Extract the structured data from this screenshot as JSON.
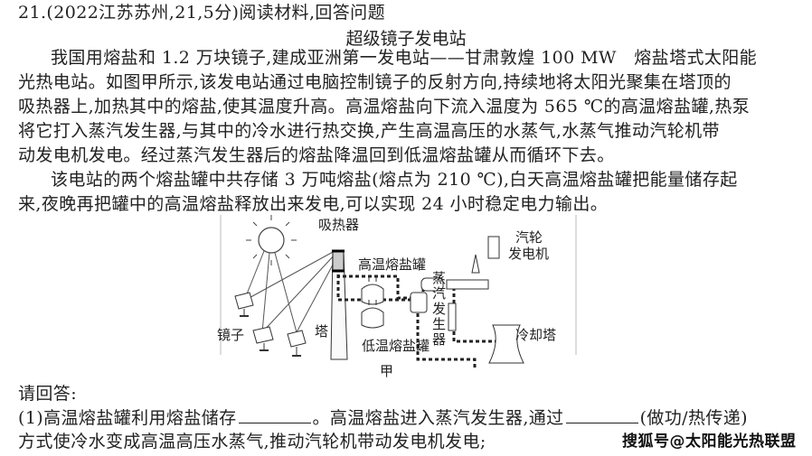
{
  "question_header": "21.(2022江苏苏州,21,5分)阅读材料,回答问题",
  "article": {
    "title": "超级镜子发电站",
    "paragraphs": [
      {
        "lines": [
          "我国用熔盐和 1.2 万块镜子,建成亚洲第一发电站——甘肃敦煌 100 MW　熔盐塔式太阳能",
          "光热电站。如图甲所示,该发电站通过电脑控制镜子的反射方向,持续地将太阳光聚集在塔顶的",
          "吸热器上,加热其中的熔盐,使其温度升高。高温熔盐向下流入温度为 565 ℃的高温熔盐罐,热泵",
          "将它打入蒸汽发生器,与其中的冷水进行热交换,产生高温高压的水蒸气,水蒸气推动汽轮机带",
          "动发电机发电。经过蒸汽发生器后的熔盐降温回到低温熔盐罐从而循环下去。"
        ]
      },
      {
        "lines": [
          "该电站的两个熔盐罐中共存储 3 万吨熔盐(熔点为 210 ℃),白天高温熔盐罐把能量储存起",
          "来,夜晚再把罐中的高温熔盐释放出来发电,可以实现 24 小时稳定电力输出。"
        ]
      }
    ]
  },
  "figure": {
    "caption": "甲",
    "labels": {
      "absorber": "吸热器",
      "hot_tank": "高温熔盐罐",
      "cold_tank": "低温熔盐罐",
      "tower": "塔",
      "mirrors": "镜子",
      "steam_generator": "蒸汽发生器",
      "turbine_generator_1": "汽轮",
      "turbine_generator_2": "发电机",
      "cooling_tower": "冷却塔"
    }
  },
  "questions": {
    "prompt": "请回答:",
    "q1": {
      "part1": "(1)高温熔盐罐利用熔盐储存",
      "part2": "。高温熔盐进入蒸汽发生器,通过",
      "part3": "(做功/热传递)",
      "line2": "方式使冷水变成高温高压水蒸气,推动汽轮机带动发电机发电;"
    }
  },
  "watermark": "搜狐号@太阳能光热联盟"
}
